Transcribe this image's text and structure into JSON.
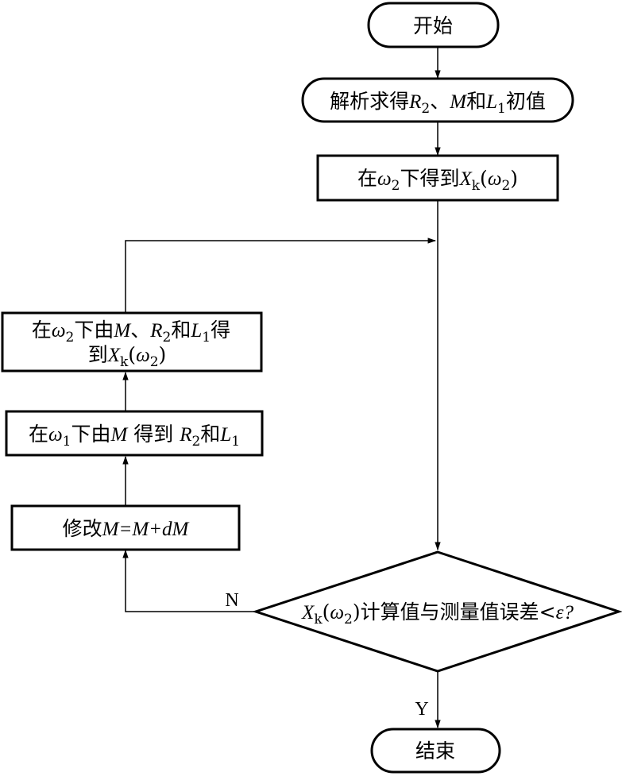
{
  "flowchart": {
    "start": {
      "text": "开始"
    },
    "init": {
      "pre": "解析求得",
      "r": "R",
      "r_sub": "2",
      "sep": "、",
      "m": "M",
      "and": "和",
      "l": "L",
      "l_sub": "1",
      "post": "初值"
    },
    "compute_xk": {
      "pre": "在",
      "w": "ω",
      "w_sub": "2",
      "mid": "下得到",
      "x": "X",
      "x_sub": "k",
      "arg_open": "(",
      "arg_w": "ω",
      "arg_sub": "2",
      "arg_close": ")"
    },
    "decision": {
      "x": "X",
      "x_sub": "k",
      "arg_open": "(",
      "arg_w": "ω",
      "arg_sub": "2",
      "arg_close": ")",
      "text": "计算值与测量值误差<",
      "eps": "ε",
      "q": "?"
    },
    "modify_m": {
      "pre": "修改",
      "expr": "M=M+dM"
    },
    "omega1_step": {
      "pre": "在",
      "w": "ω",
      "w_sub": "1",
      "mid": "下由",
      "m": "M",
      "mid2": " 得到 ",
      "r": "R",
      "r_sub": "2",
      "and": "和",
      "l": "L",
      "l_sub": "1"
    },
    "omega2_step": {
      "line1_pre": "在",
      "w": "ω",
      "w_sub": "2",
      "mid": "下由",
      "m": "M",
      "sep": "、",
      "r": "R",
      "r_sub": "2",
      "and": "和",
      "l": "L",
      "l_sub": "1",
      "post": "得",
      "line2_pre": "到",
      "x": "X",
      "x_sub": "k",
      "arg_open": "(",
      "arg_w": "ω",
      "arg_sub": "2",
      "arg_close": ")"
    },
    "end": {
      "text": "结束"
    },
    "labels": {
      "no": "N",
      "yes": "Y"
    }
  }
}
